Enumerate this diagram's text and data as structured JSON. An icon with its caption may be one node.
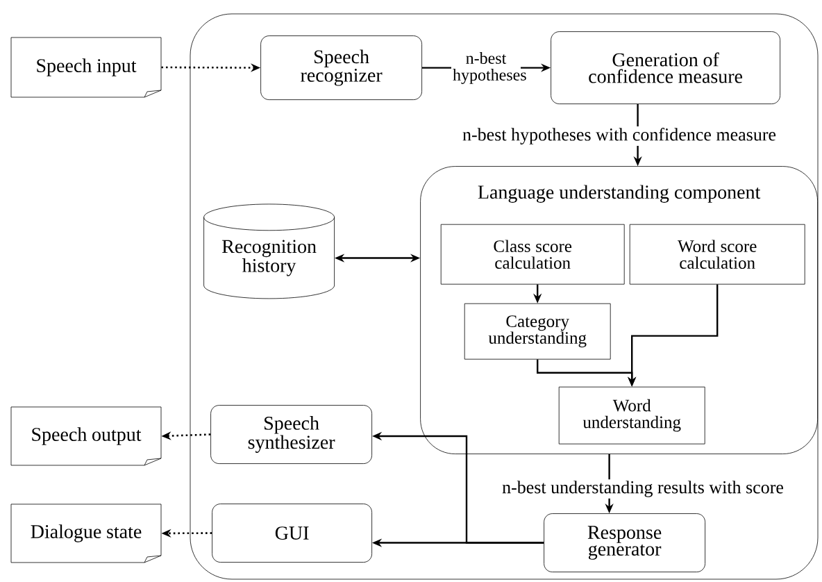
{
  "diagram": {
    "nodes": [
      {
        "text": [],
        "shape": "box"
      },
      {
        "text": [
          "Speech input"
        ]
      },
      {
        "text": [
          "Speech recognizer"
        ],
        "in": 0
      },
      {
        "text": [
          "Generation of confidence measure"
        ],
        "in": 0
      },
      {
        "text": [
          "Recognition history"
        ],
        "in": 0
      },
      {
        "text": [
          "Language understanding component"
        ],
        "in": 0
      },
      {
        "text": [
          "Class score calculation"
        ],
        "in": 5
      },
      {
        "text": [
          "Word score calculation"
        ],
        "in": 5
      },
      {
        "text": [
          "Category understanding"
        ],
        "in": 5
      },
      {
        "text": [
          "Word understanding"
        ],
        "in": 5
      },
      {
        "text": [
          "Speech output"
        ]
      },
      {
        "text": [
          "Speech synthesizer"
        ],
        "in": 0
      },
      {
        "text": [
          "Dialogue state"
        ]
      },
      {
        "text": [
          "GUI"
        ],
        "in": 0
      },
      {
        "text": [
          "Response generator"
        ],
        "in": 0
      }
    ],
    "edges": [
      {
        "from": 1,
        "to": 2,
        "arrow": "to",
        "style": "dashed"
      },
      {
        "from": 2,
        "to": 3,
        "arrow": "to",
        "label": "n-best hypotheses"
      },
      {
        "from": 3,
        "to": 5,
        "arrow": "to",
        "label": "n-best hypotheses with confidence measure"
      },
      {
        "from": 4,
        "to": 5,
        "arrow": "both"
      },
      {
        "from": 6,
        "to": 8,
        "arrow": "to"
      },
      {
        "from": 7,
        "to": 9,
        "arrow": "to"
      },
      {
        "from": 8,
        "to": 9,
        "arrow": "to"
      },
      {
        "from": 5,
        "to": 14,
        "arrow": "to",
        "label": "n-best understanding results with score"
      },
      {
        "from": 14,
        "to": 11,
        "arrow": "to"
      },
      {
        "from": 14,
        "to": 13,
        "arrow": "to"
      },
      {
        "from": 11,
        "to": 10,
        "arrow": "to",
        "style": "dashed"
      },
      {
        "from": 13,
        "to": 12,
        "arrow": "to",
        "style": "dashed"
      }
    ]
  }
}
